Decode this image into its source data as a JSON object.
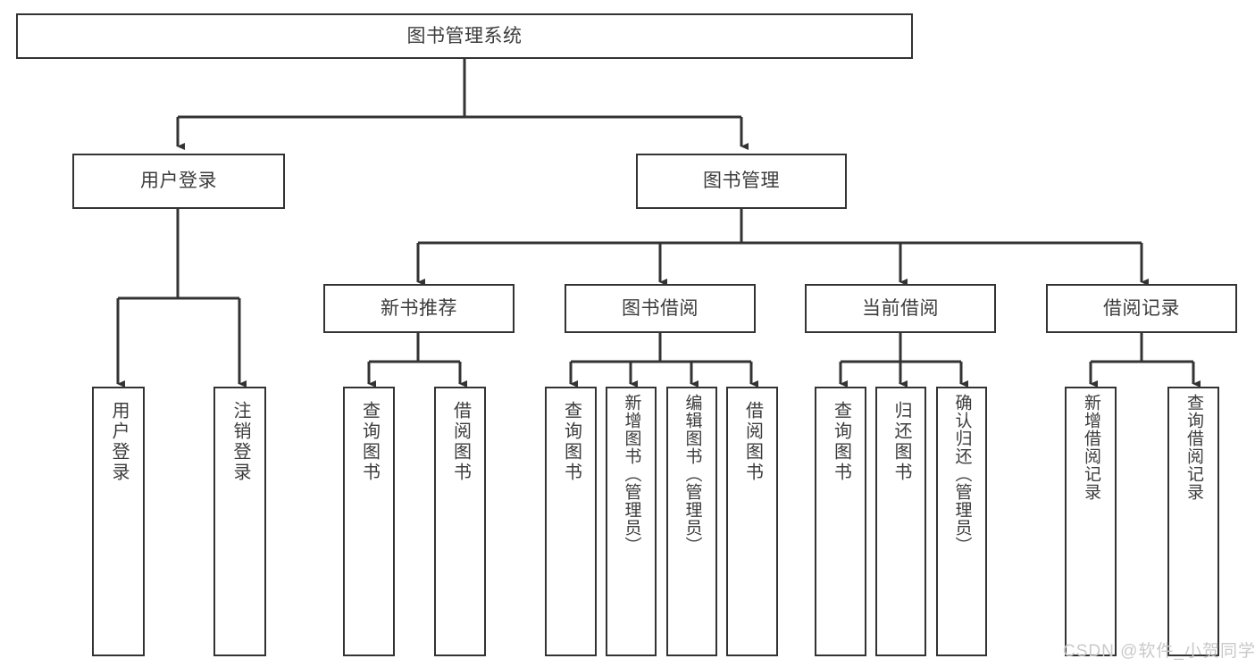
{
  "diagram": {
    "type": "hierarchy-tree",
    "title": "图书管理系统",
    "watermark": "CSDN @软件_小贺同学",
    "colors": {
      "background": "#ffffff",
      "box_border": "#333333",
      "box_fill": "#ffffff",
      "text": "#3c3c3c",
      "connector": "#333333",
      "watermark": "#c9c9c9"
    },
    "levels": 3,
    "root": {
      "label": "图书管理系统"
    },
    "branches": [
      {
        "id": "user-login",
        "label": "用户登录"
      },
      {
        "id": "book-manage",
        "label": "图书管理"
      }
    ],
    "sub_branches": [
      {
        "id": "new-book-recommend",
        "label": "新书推荐",
        "parent": "book-manage"
      },
      {
        "id": "book-borrow",
        "label": "图书借阅",
        "parent": "book-manage"
      },
      {
        "id": "current-borrow",
        "label": "当前借阅",
        "parent": "book-manage"
      },
      {
        "id": "borrow-record",
        "label": "借阅记录",
        "parent": "book-manage"
      }
    ],
    "leaves": {
      "user-login": [
        {
          "id": "leaf-user-login",
          "label": "用户登录"
        },
        {
          "id": "leaf-logout",
          "label": "注销登录"
        }
      ],
      "new-book-recommend": [
        {
          "id": "leaf-query-book-1",
          "label": "查询图书"
        },
        {
          "id": "leaf-borrow-book-1",
          "label": "借阅图书"
        }
      ],
      "book-borrow": [
        {
          "id": "leaf-query-book-2",
          "label": "查询图书"
        },
        {
          "id": "leaf-add-book",
          "label": "新增图书（管理员）"
        },
        {
          "id": "leaf-edit-book",
          "label": "编辑图书（管理员）"
        },
        {
          "id": "leaf-borrow-book-2",
          "label": "借阅图书"
        }
      ],
      "current-borrow": [
        {
          "id": "leaf-query-book-3",
          "label": "查询图书"
        },
        {
          "id": "leaf-return-book",
          "label": "归还图书"
        },
        {
          "id": "leaf-confirm-return",
          "label": "确认归还（管理员）"
        }
      ],
      "borrow-record": [
        {
          "id": "leaf-add-record",
          "label": "新增借阅记录"
        },
        {
          "id": "leaf-query-record",
          "label": "查询借阅记录"
        }
      ]
    }
  }
}
